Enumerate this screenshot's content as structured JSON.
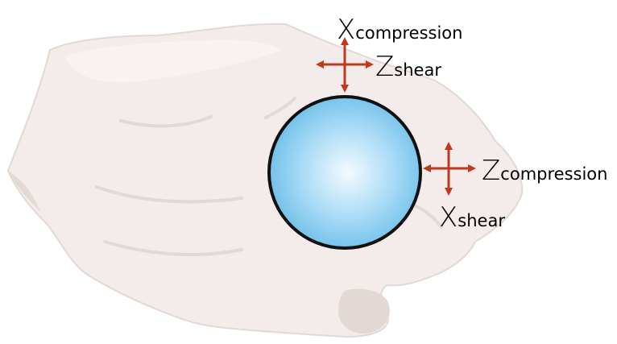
{
  "colors": {
    "hand_fill": "#f3ecea",
    "hand_shadow": "#e2d8d4",
    "sphere_center": "#f4faff",
    "sphere_edge": "#6bbde8",
    "sphere_outline": "#111111",
    "arrow": "#c0391b"
  },
  "icons": {
    "hand": "hand-grip-illustration",
    "sphere": "sphere",
    "arrows": "four-way-arrow-icon"
  },
  "labels": {
    "top_axis": {
      "letter": "X",
      "subscript": "compression"
    },
    "top_shear": {
      "letter": "Z",
      "subscript": "shear"
    },
    "right_axis": {
      "letter": "Z",
      "subscript": "compression"
    },
    "right_shear": {
      "letter": "X",
      "subscript": "shear"
    }
  }
}
